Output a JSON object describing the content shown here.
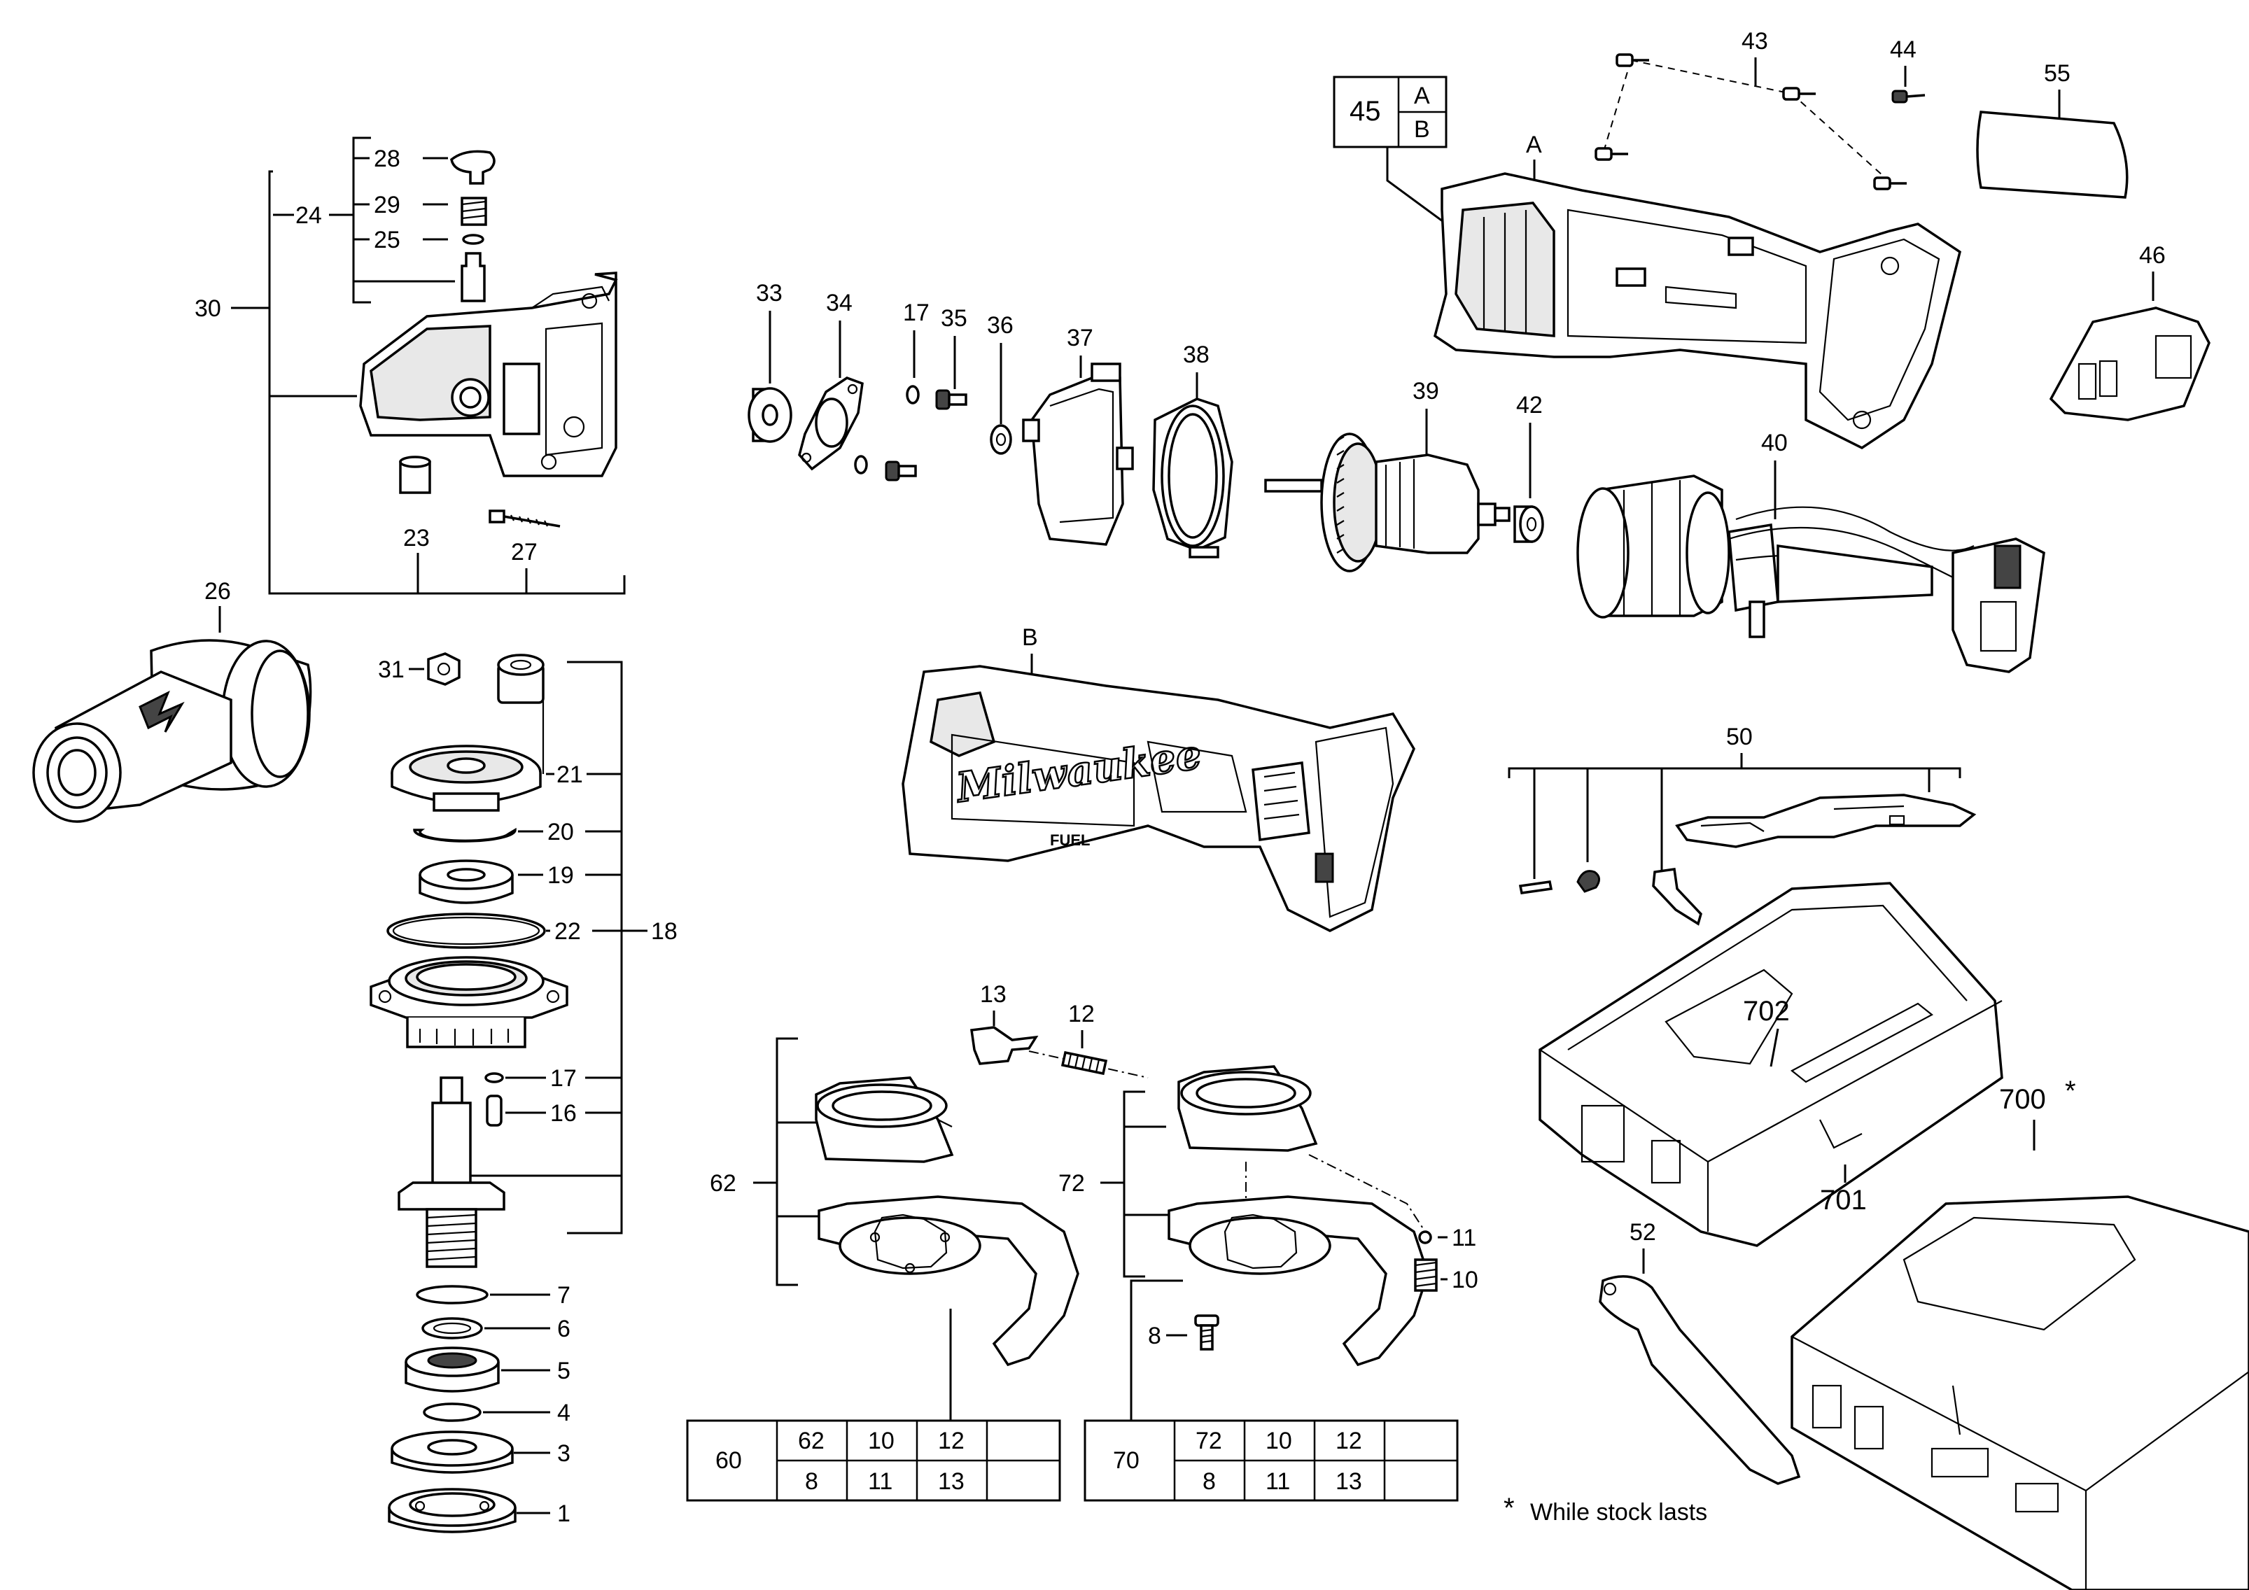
{
  "labels": {
    "p1": "1",
    "p3": "3",
    "p4": "4",
    "p5": "5",
    "p6": "6",
    "p7": "7",
    "p8": "8",
    "p10": "10",
    "p11": "11",
    "p12": "12",
    "p13": "13",
    "p16": "16",
    "p17a": "17",
    "p17b": "17",
    "p18": "18",
    "p19": "19",
    "p20": "20",
    "p21": "21",
    "p22": "22",
    "p23": "23",
    "p24": "24",
    "p25": "25",
    "p26": "26",
    "p27": "27",
    "p28": "28",
    "p29": "29",
    "p30": "30",
    "p31": "31",
    "p33": "33",
    "p34": "34",
    "p35": "35",
    "p36": "36",
    "p37": "37",
    "p38": "38",
    "p39": "39",
    "p40": "40",
    "p42": "42",
    "p43": "43",
    "p44": "44",
    "p46": "46",
    "p50": "50",
    "p52": "52",
    "p55": "55",
    "p62": "62",
    "p72": "72",
    "p700": "700",
    "p701": "701",
    "p702": "702",
    "pA": "A",
    "pB": "B"
  },
  "box45": {
    "num": "45",
    "a": "A",
    "b": "B"
  },
  "table60": {
    "id": "60",
    "row1": [
      "62",
      "10",
      "12",
      ""
    ],
    "row2": [
      "8",
      "11",
      "13",
      ""
    ]
  },
  "table70": {
    "id": "70",
    "row1": [
      "72",
      "10",
      "12",
      ""
    ],
    "row2": [
      "8",
      "11",
      "13",
      ""
    ]
  },
  "brand": "Milwaukee",
  "brand_sub": "FUEL",
  "asterisk": "*",
  "footnote": {
    "star": "*",
    "text": "While stock lasts"
  }
}
